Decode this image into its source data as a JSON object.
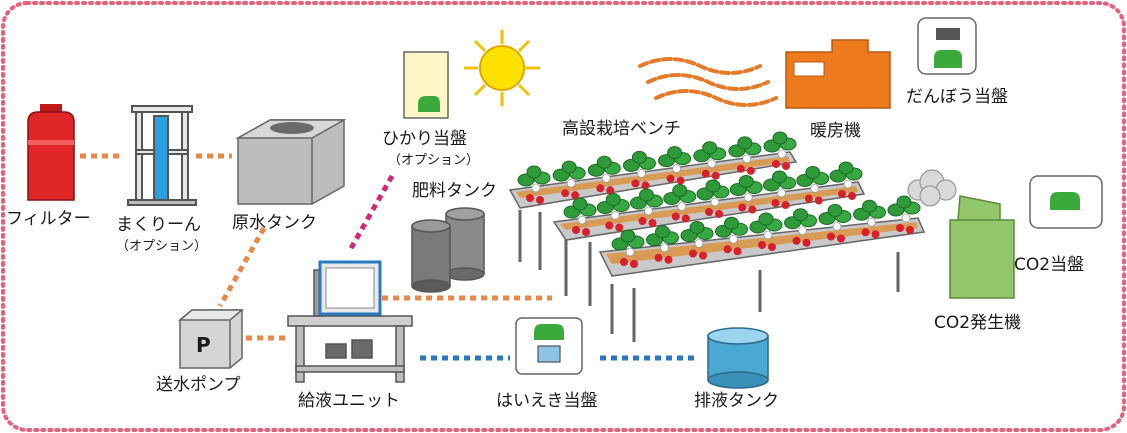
{
  "labels": {
    "filter": "フィルター",
    "makurin": "まくりーん",
    "makurin_option": "（オプション）",
    "raw_tank": "原水タンク",
    "light_panel": "ひかり当盤",
    "light_option": "（オプション）",
    "fertilizer_tank": "肥料タンク",
    "bench": "高設栽培ベンチ",
    "heater": "暖房機",
    "heater_panel": "だんぼう当盤",
    "co2_panel": "CO2当盤",
    "co2_generator": "CO2発生機",
    "pump": "送水ポンプ",
    "pump_symbol": "P",
    "supply_unit": "給液ユニット",
    "drain_panel": "はいえき当盤",
    "drain_tank": "排液タンク"
  },
  "colors": {
    "frame_border": "#e8607a",
    "water_link": "#e8894a",
    "control_link": "#d6257a",
    "drain_link": "#2a78c2",
    "heat_wave": "#e77a28",
    "filter_red": "#e02626",
    "heater_orange": "#ee7a1e",
    "co2_green": "#93c66b",
    "drain_blue": "#4aa8d2",
    "panel_green": "#3aaa3a"
  }
}
